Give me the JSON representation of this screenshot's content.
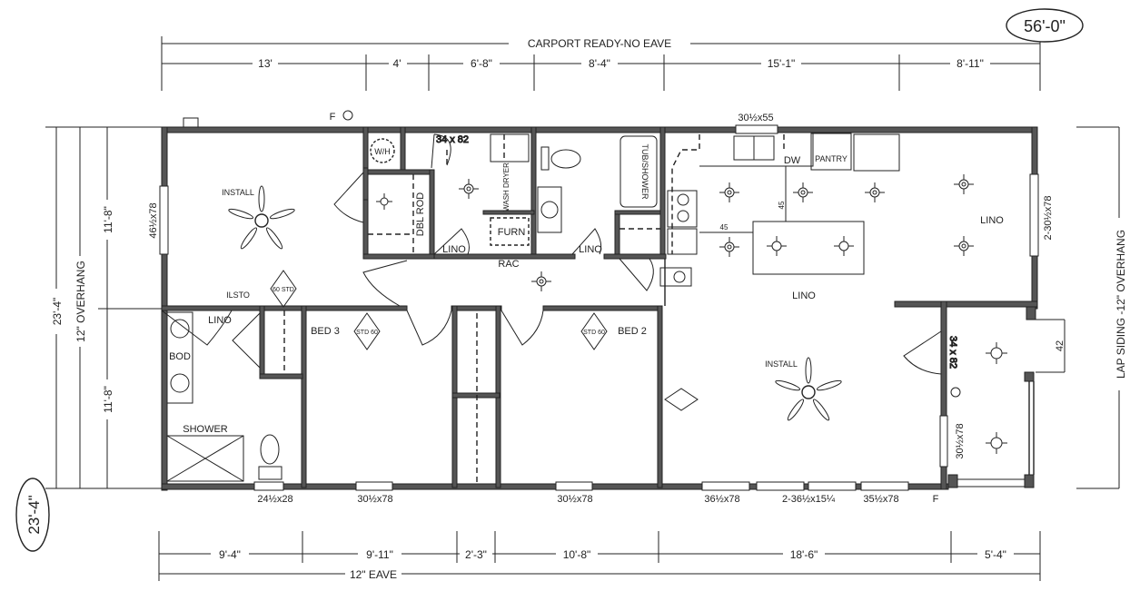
{
  "overall_length": "56'-0\"",
  "overall_width": "23'-4\"",
  "top_dimension": {
    "title": "CARPORT READY-NO EAVE",
    "segments": [
      "13'",
      "4'",
      "6'-8\"",
      "8'-4\"",
      "15'-1\"",
      "8'-11\""
    ]
  },
  "bottom_dimension": {
    "title": "12\" EAVE",
    "segments": [
      "9'-4\"",
      "9'-11\"",
      "2'-3\"",
      "10'-8\"",
      "18'-6\"",
      "5'-4\""
    ]
  },
  "left_dimension": {
    "total": "23'-4\"",
    "overhang": "12\" OVERHANG",
    "segments": [
      "11'-8\"",
      "11'-8\""
    ]
  },
  "right_dimension": {
    "label": "LAP SIDING -12\" OVERHANG",
    "porch": "42"
  },
  "windows": {
    "top_kitchen": "30½x55",
    "left": "46½x78",
    "right": "2-30½x78",
    "porch": "30½x78",
    "bottom": [
      "24½x28",
      "30½x78",
      "30½x78",
      "36½x78",
      "2-36½x15¼",
      "35½x78"
    ]
  },
  "doors": {
    "top": "34 x 82",
    "porch": "34 x 82"
  },
  "labels": {
    "install_master": "INSTALL",
    "install_living": "INSTALL",
    "wh": "W/H",
    "dbl_rod": "DBL ROD",
    "furn": "FURN",
    "tub_shower": "TUB/SHOWER",
    "washer_dryer": "WASH DRYER",
    "lino_hall1": "LINO",
    "lino_hall2": "LINO",
    "rac": "RAC",
    "dw": "DW",
    "pantry": "PANTRY",
    "lino_kitchen": "LINO",
    "lino_dining": "LINO",
    "lino_bath": "LINO",
    "bed3": "BED 3",
    "bed2": "BED 2",
    "shower": "SHOWER",
    "bod": "BOD",
    "ilsto": "ILSTO",
    "smoke1": "60 STD",
    "smoke2": "STD 60",
    "smoke3": "STD 60",
    "f_top": "F",
    "f_bottom": "F",
    "spacing1": "45",
    "spacing2": "45"
  }
}
